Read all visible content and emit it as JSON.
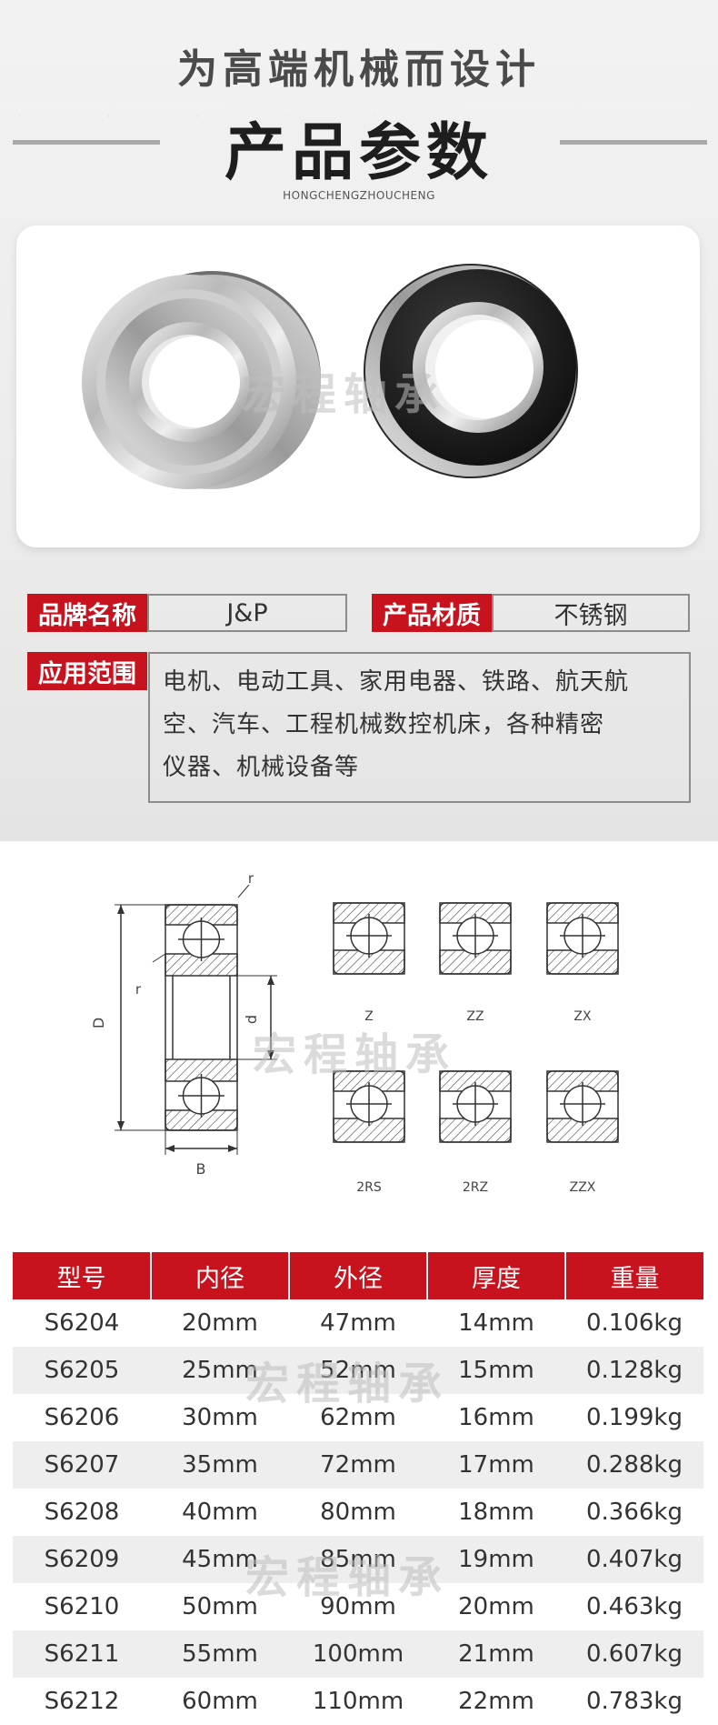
{
  "header": {
    "subtitle": "为高端机械而设计",
    "title": "产品参数",
    "pinyin": "HONGCHENGZHOUCHENG"
  },
  "watermark": "宏程轴承",
  "info": {
    "brand_label": "品牌名称",
    "brand_value": "J&P",
    "material_label": "产品材质",
    "material_value": "不锈钢",
    "application_label": "应用范围",
    "application_lines": [
      "电机、电动工具、家用电器、铁路、航天航",
      "空、汽车、工程机械数控机床，各种精密",
      "仪器、机械设备等"
    ]
  },
  "diagram": {
    "dim_D": "D",
    "dim_d": "d",
    "dim_B": "B",
    "dim_r1": "r",
    "dim_r2": "r",
    "variants": [
      "Z",
      "ZZ",
      "ZX",
      "2RS",
      "2RZ",
      "ZZX"
    ]
  },
  "table": {
    "headers": [
      "型号",
      "内径",
      "外径",
      "厚度",
      "重量"
    ],
    "rows": [
      [
        "S6204",
        "20mm",
        "47mm",
        "14mm",
        "0.106kg"
      ],
      [
        "S6205",
        "25mm",
        "52mm",
        "15mm",
        "0.128kg"
      ],
      [
        "S6206",
        "30mm",
        "62mm",
        "16mm",
        "0.199kg"
      ],
      [
        "S6207",
        "35mm",
        "72mm",
        "17mm",
        "0.288kg"
      ],
      [
        "S6208",
        "40mm",
        "80mm",
        "18mm",
        "0.366kg"
      ],
      [
        "S6209",
        "45mm",
        "85mm",
        "19mm",
        "0.407kg"
      ],
      [
        "S6210",
        "50mm",
        "90mm",
        "20mm",
        "0.463kg"
      ],
      [
        "S6211",
        "55mm",
        "100mm",
        "21mm",
        "0.607kg"
      ],
      [
        "S6212",
        "60mm",
        "110mm",
        "22mm",
        "0.783kg"
      ]
    ]
  },
  "colors": {
    "accent": "#c8121d",
    "border": "#8c8c8c"
  }
}
